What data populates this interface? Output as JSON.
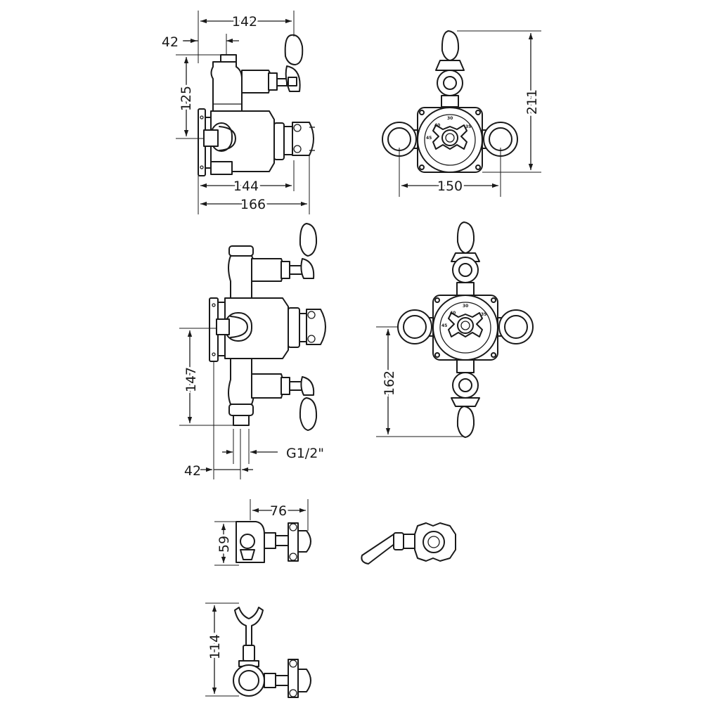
{
  "dimensions": {
    "top_side_width": "142",
    "top_side_offset": "42",
    "top_side_height": "125",
    "top_side_depth_body": "144",
    "top_side_depth_total": "166",
    "top_front_width": "150",
    "top_front_height": "211",
    "mid_side_height": "147",
    "mid_side_offset": "42",
    "mid_side_thread": "G1/2\"",
    "mid_front_height": "162",
    "wall_outlet_depth": "76",
    "wall_outlet_height": "59",
    "wall_bracket_height": "114"
  },
  "dial": {
    "marks": [
      "30",
      "35",
      "40",
      "45"
    ]
  }
}
